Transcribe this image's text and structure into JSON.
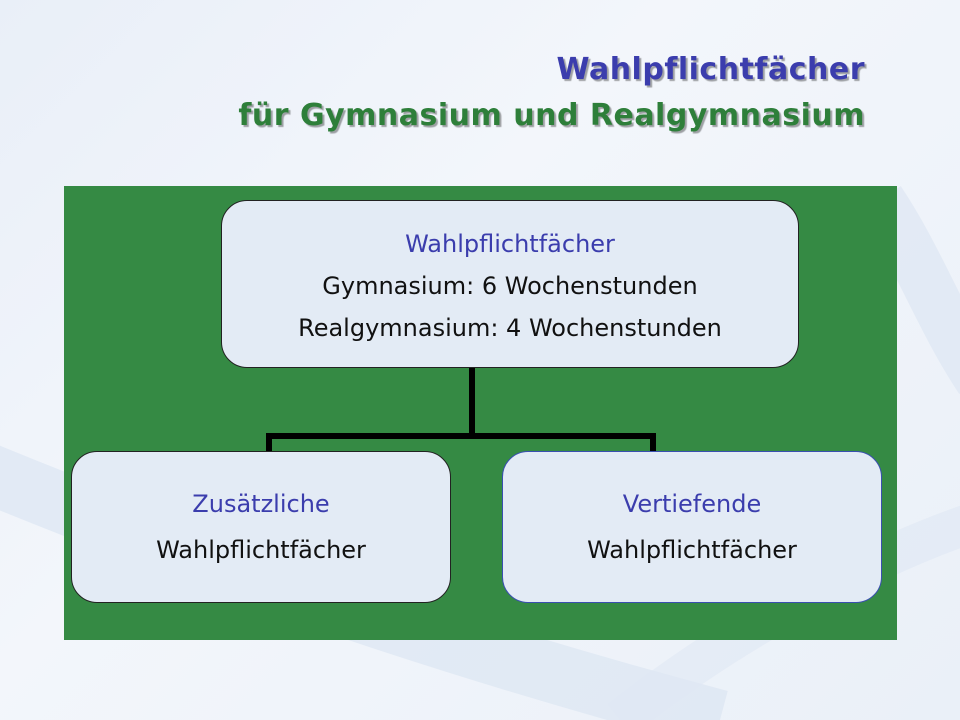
{
  "slide": {
    "title_line1": "Wahlpflichtfächer",
    "title_line2": "für Gymnasium und Realgymnasium"
  },
  "diagram": {
    "root": {
      "heading": "Wahlpflichtfächer",
      "line1": "Gymnasium: 6 Wochenstunden",
      "line2": "Realgymnasium: 4 Wochenstunden"
    },
    "children": [
      {
        "heading": "Zusätzliche",
        "line1": "Wahlpflichtfächer"
      },
      {
        "heading": "Vertiefende",
        "line1": "Wahlpflichtfächer"
      }
    ]
  },
  "colors": {
    "title_primary": "#3b3dad",
    "title_secondary": "#2e7f3a",
    "panel_background": "#358a44",
    "node_background": "#e3ebf5",
    "connector": "#000000"
  }
}
